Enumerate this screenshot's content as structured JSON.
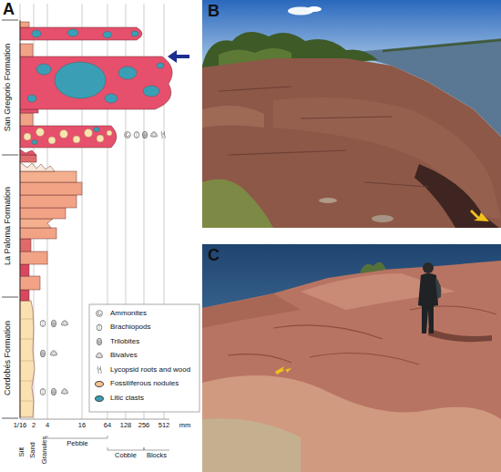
{
  "diagram": {
    "labels": [
      "A",
      "San Gregorio Formation",
      "La Paloma Formation",
      "Cordobés Formation",
      "1/16",
      "2",
      "4",
      "16",
      "64",
      "128",
      "256",
      "512",
      "mm",
      "Silt",
      "Sand",
      "Granules",
      "Pebble",
      "Cobble",
      "Blocks",
      "B",
      "C"
    ],
    "legend": [
      {
        "text": "Ammonites"
      },
      {
        "text": "Brachiopods"
      },
      {
        "text": "Trilobites"
      },
      {
        "text": "Bivalves"
      },
      {
        "text": "Lycopsid roots and wood"
      },
      {
        "text": "Fossiliferous nodules",
        "color": "#f6c48f"
      },
      {
        "text": "Litic clasts",
        "color": "#3a9fb5"
      }
    ]
  }
}
